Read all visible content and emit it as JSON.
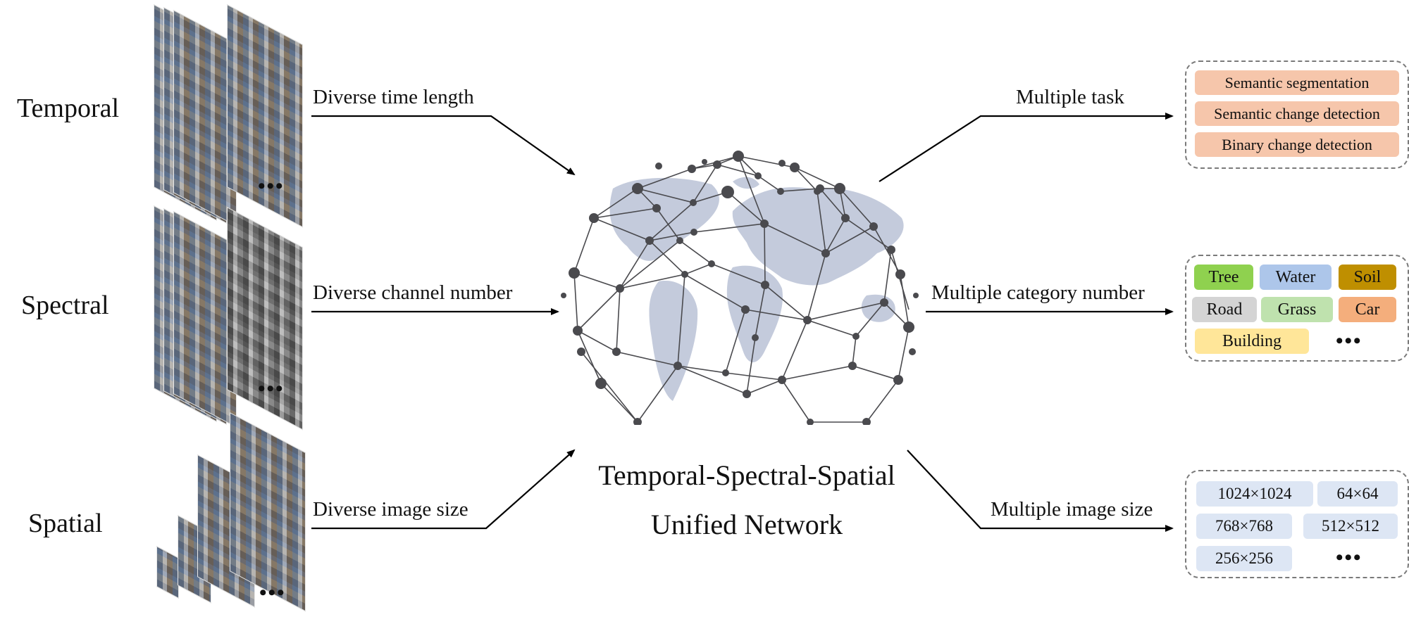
{
  "rows": {
    "temporal": {
      "label": "Temporal",
      "arrow_label": "Diverse time length"
    },
    "spectral": {
      "label": "Spectral",
      "arrow_label": "Diverse channel number"
    },
    "spatial": {
      "label": "Spatial",
      "arrow_label": "Diverse image size"
    }
  },
  "center": {
    "title_line1": "Temporal-Spectral-Spatial",
    "title_line2": "Unified Network"
  },
  "outputs": {
    "tasks": {
      "arrow_label": "Multiple task",
      "items": [
        "Semantic segmentation",
        "Semantic change detection",
        "Binary change detection"
      ]
    },
    "categories": {
      "arrow_label": "Multiple category number",
      "items": [
        {
          "label": "Tree",
          "color": "#8fd14f"
        },
        {
          "label": "Water",
          "color": "#adc6ea"
        },
        {
          "label": "Soil",
          "color": "#bf8f00"
        },
        {
          "label": "Road",
          "color": "#d4d4d4"
        },
        {
          "label": "Grass",
          "color": "#bfe2ae"
        },
        {
          "label": "Car",
          "color": "#f4ae7c"
        },
        {
          "label": "Building",
          "color": "#ffe699"
        }
      ],
      "more": "•••"
    },
    "sizes": {
      "arrow_label": "Multiple image size",
      "items": [
        "1024×1024",
        "64×64",
        "768×768",
        "512×512",
        "256×256"
      ],
      "more": "•••"
    }
  },
  "ellipsis": "•••",
  "colors": {
    "task_fill": "#f6c6ab",
    "size_fill": "#dde6f4",
    "globe_land": "#c4cbdc",
    "globe_net": "#4a4a4e"
  }
}
